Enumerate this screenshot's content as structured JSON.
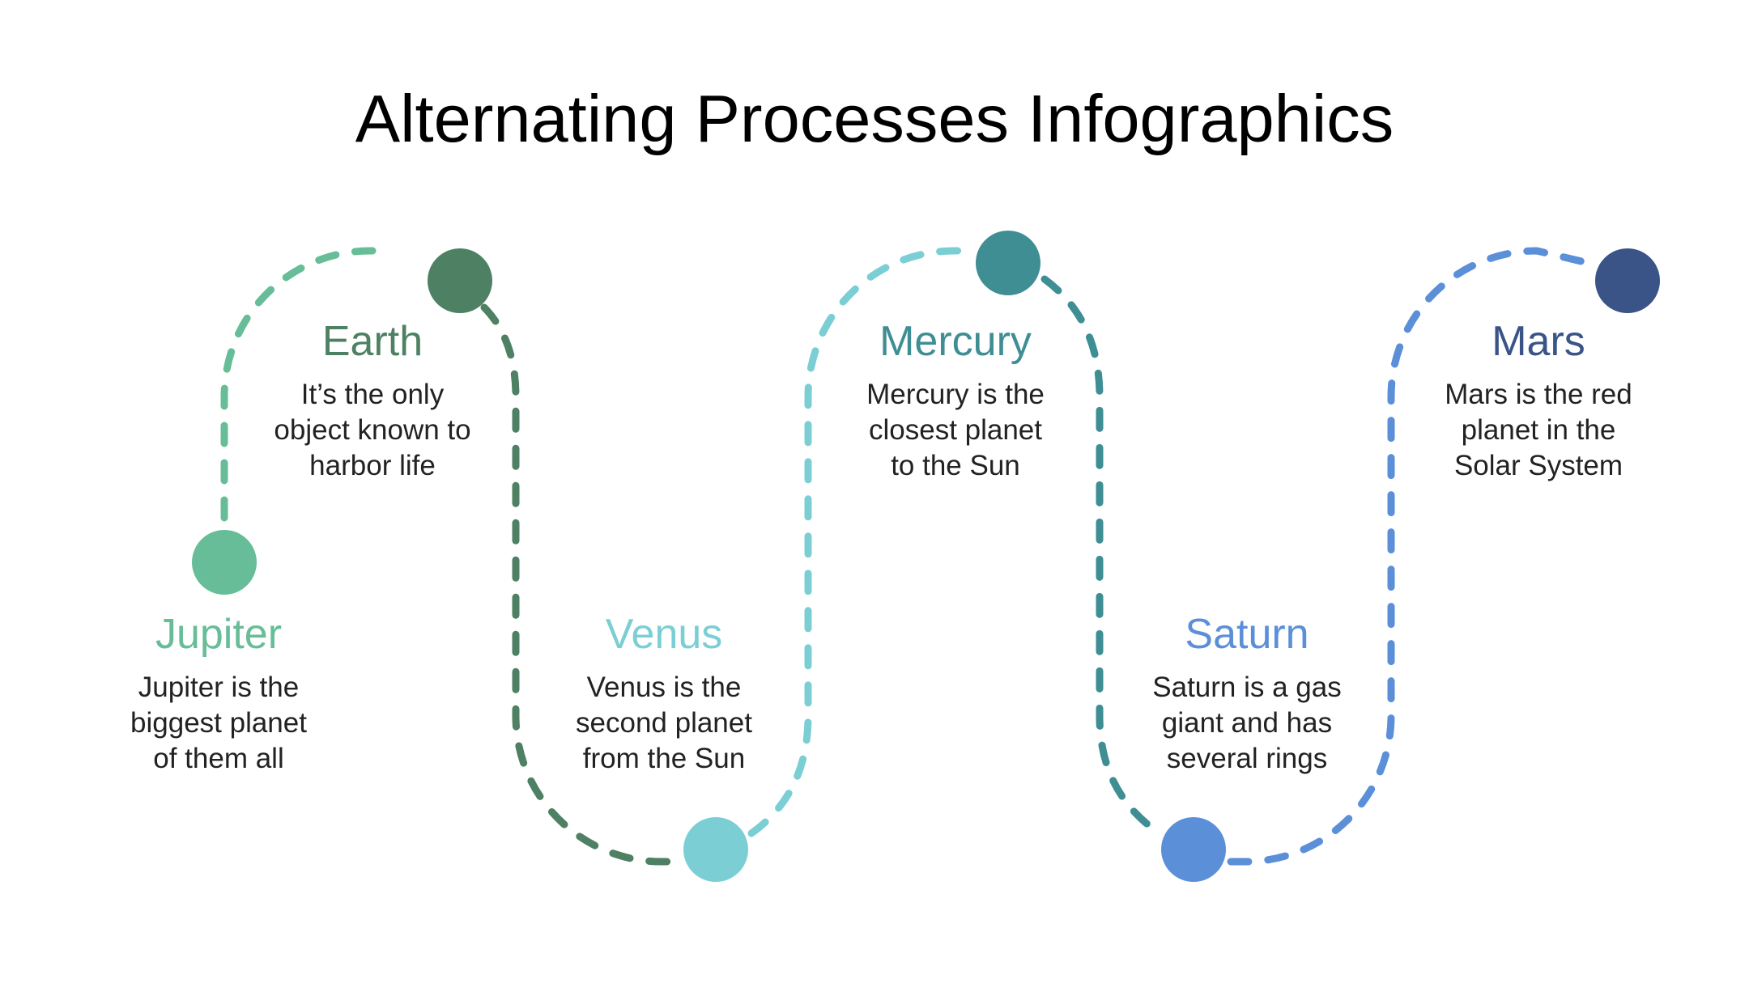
{
  "title": "Alternating Processes Infographics",
  "colors": {
    "jupiter": "#67BD97",
    "earth": "#4E8063",
    "venus": "#7BCFD4",
    "mercury": "#3E8E94",
    "saturn": "#5B8FD8",
    "mars": "#3A5488"
  },
  "steps": {
    "jupiter": {
      "name": "Jupiter",
      "desc": "Jupiter is the\nbiggest planet\nof them all"
    },
    "earth": {
      "name": "Earth",
      "desc": "It’s the only\nobject known to\nharbor life"
    },
    "venus": {
      "name": "Venus",
      "desc": "Venus is the\nsecond planet\nfrom the Sun"
    },
    "mercury": {
      "name": "Mercury",
      "desc": "Mercury is the\nclosest planet\nto the Sun"
    },
    "saturn": {
      "name": "Saturn",
      "desc": "Saturn is a gas\ngiant and has\nseveral rings"
    },
    "mars": {
      "name": "Mars",
      "desc": "Mars is the red\nplanet in the\nSolar System"
    }
  }
}
